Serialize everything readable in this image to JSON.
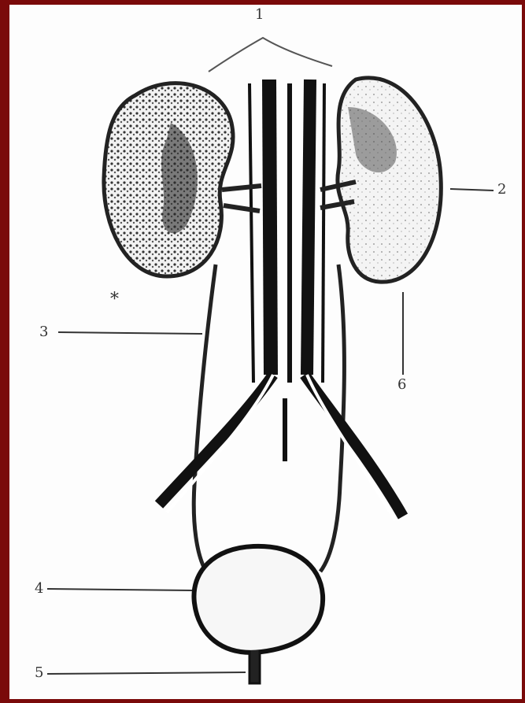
{
  "colors": {
    "border": "#7a0a0a",
    "background": "#fdfdfd",
    "ink": "#222222"
  },
  "labels": {
    "top": "1",
    "right_kidney": "2",
    "left_line": "3",
    "bladder": "4",
    "urethra": "5",
    "lower_right": "6",
    "dot": "*"
  }
}
